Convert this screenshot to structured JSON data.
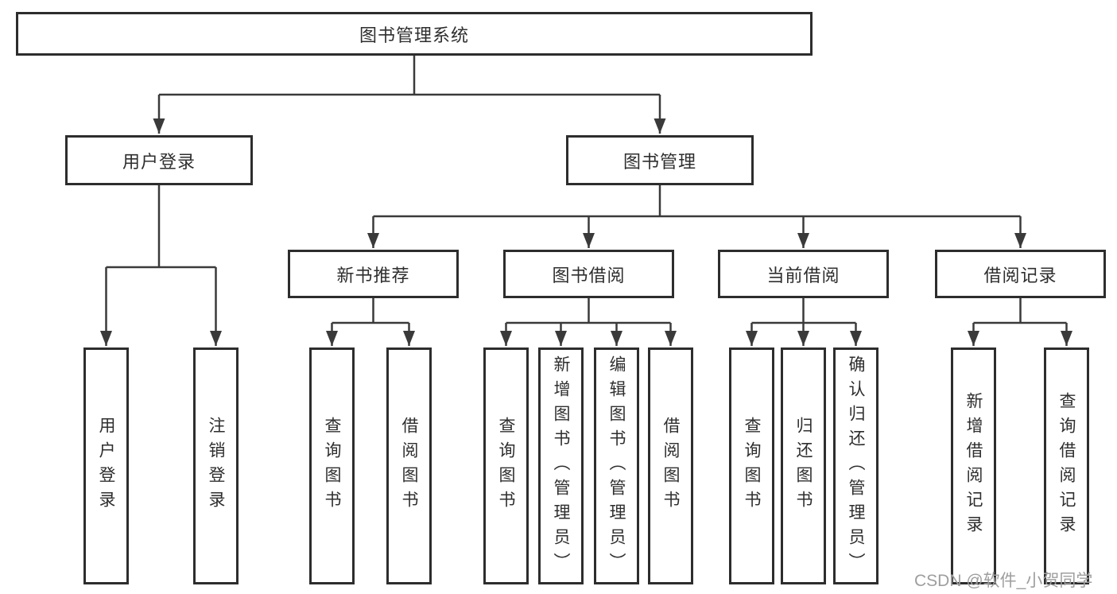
{
  "diagram": {
    "root": {
      "label": "图书管理系统"
    },
    "branches": [
      {
        "label": "用户登录",
        "children": [
          {
            "label": "用户登录"
          },
          {
            "label": "注销登录"
          }
        ]
      },
      {
        "label": "图书管理",
        "children": [
          {
            "label": "新书推荐",
            "children": [
              {
                "label": "查询图书"
              },
              {
                "label": "借阅图书"
              }
            ]
          },
          {
            "label": "图书借阅",
            "children": [
              {
                "label": "查询图书"
              },
              {
                "label": "新增图书（管理员）"
              },
              {
                "label": "编辑图书（管理员）"
              },
              {
                "label": "借阅图书"
              }
            ]
          },
          {
            "label": "当前借阅",
            "children": [
              {
                "label": "查询图书"
              },
              {
                "label": "归还图书"
              },
              {
                "label": "确认归还（管理员）"
              }
            ]
          },
          {
            "label": "借阅记录",
            "children": [
              {
                "label": "新增借阅记录"
              },
              {
                "label": "查询借阅记录"
              }
            ]
          }
        ]
      }
    ]
  },
  "watermark": {
    "text": "CSDN @软件_小贺同学"
  },
  "colors": {
    "background": "#ffffff",
    "box_border": "#2d2d2d",
    "box_fill": "#ffffff",
    "line": "#3a3a3a",
    "text": "#2e2e2e",
    "watermark": "#9e9e9e"
  }
}
